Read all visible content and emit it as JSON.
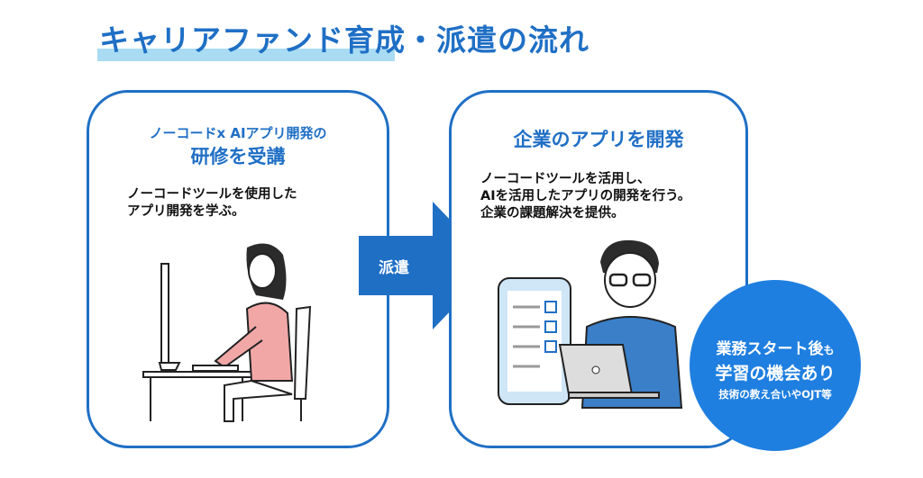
{
  "title": "キャリアファンド育成・派遣の流れ",
  "step1": {
    "subtitle_small": "ノーコードx AIアプリ開発の",
    "subtitle_large": "研修を受講",
    "body_lines": [
      "ノーコードツールを使用した",
      "アプリ開発を学ぶ。"
    ]
  },
  "arrow_label": "派遣",
  "step2": {
    "subtitle": "企業のアプリを開発",
    "body_lines": [
      "ノーコードツールを活用し、",
      "AIを活用したアプリの開発を行う。",
      "企業の課題解決を提供。"
    ]
  },
  "badge": {
    "line1": "業務スタート後",
    "line1_suffix": "も",
    "line2": "学習の機会あり",
    "line3": "技術の教え合いやOJT等"
  },
  "colors": {
    "accent": "#1f6fc5",
    "highlight": "#a9dcf3",
    "badge": "#1f7fe0"
  }
}
